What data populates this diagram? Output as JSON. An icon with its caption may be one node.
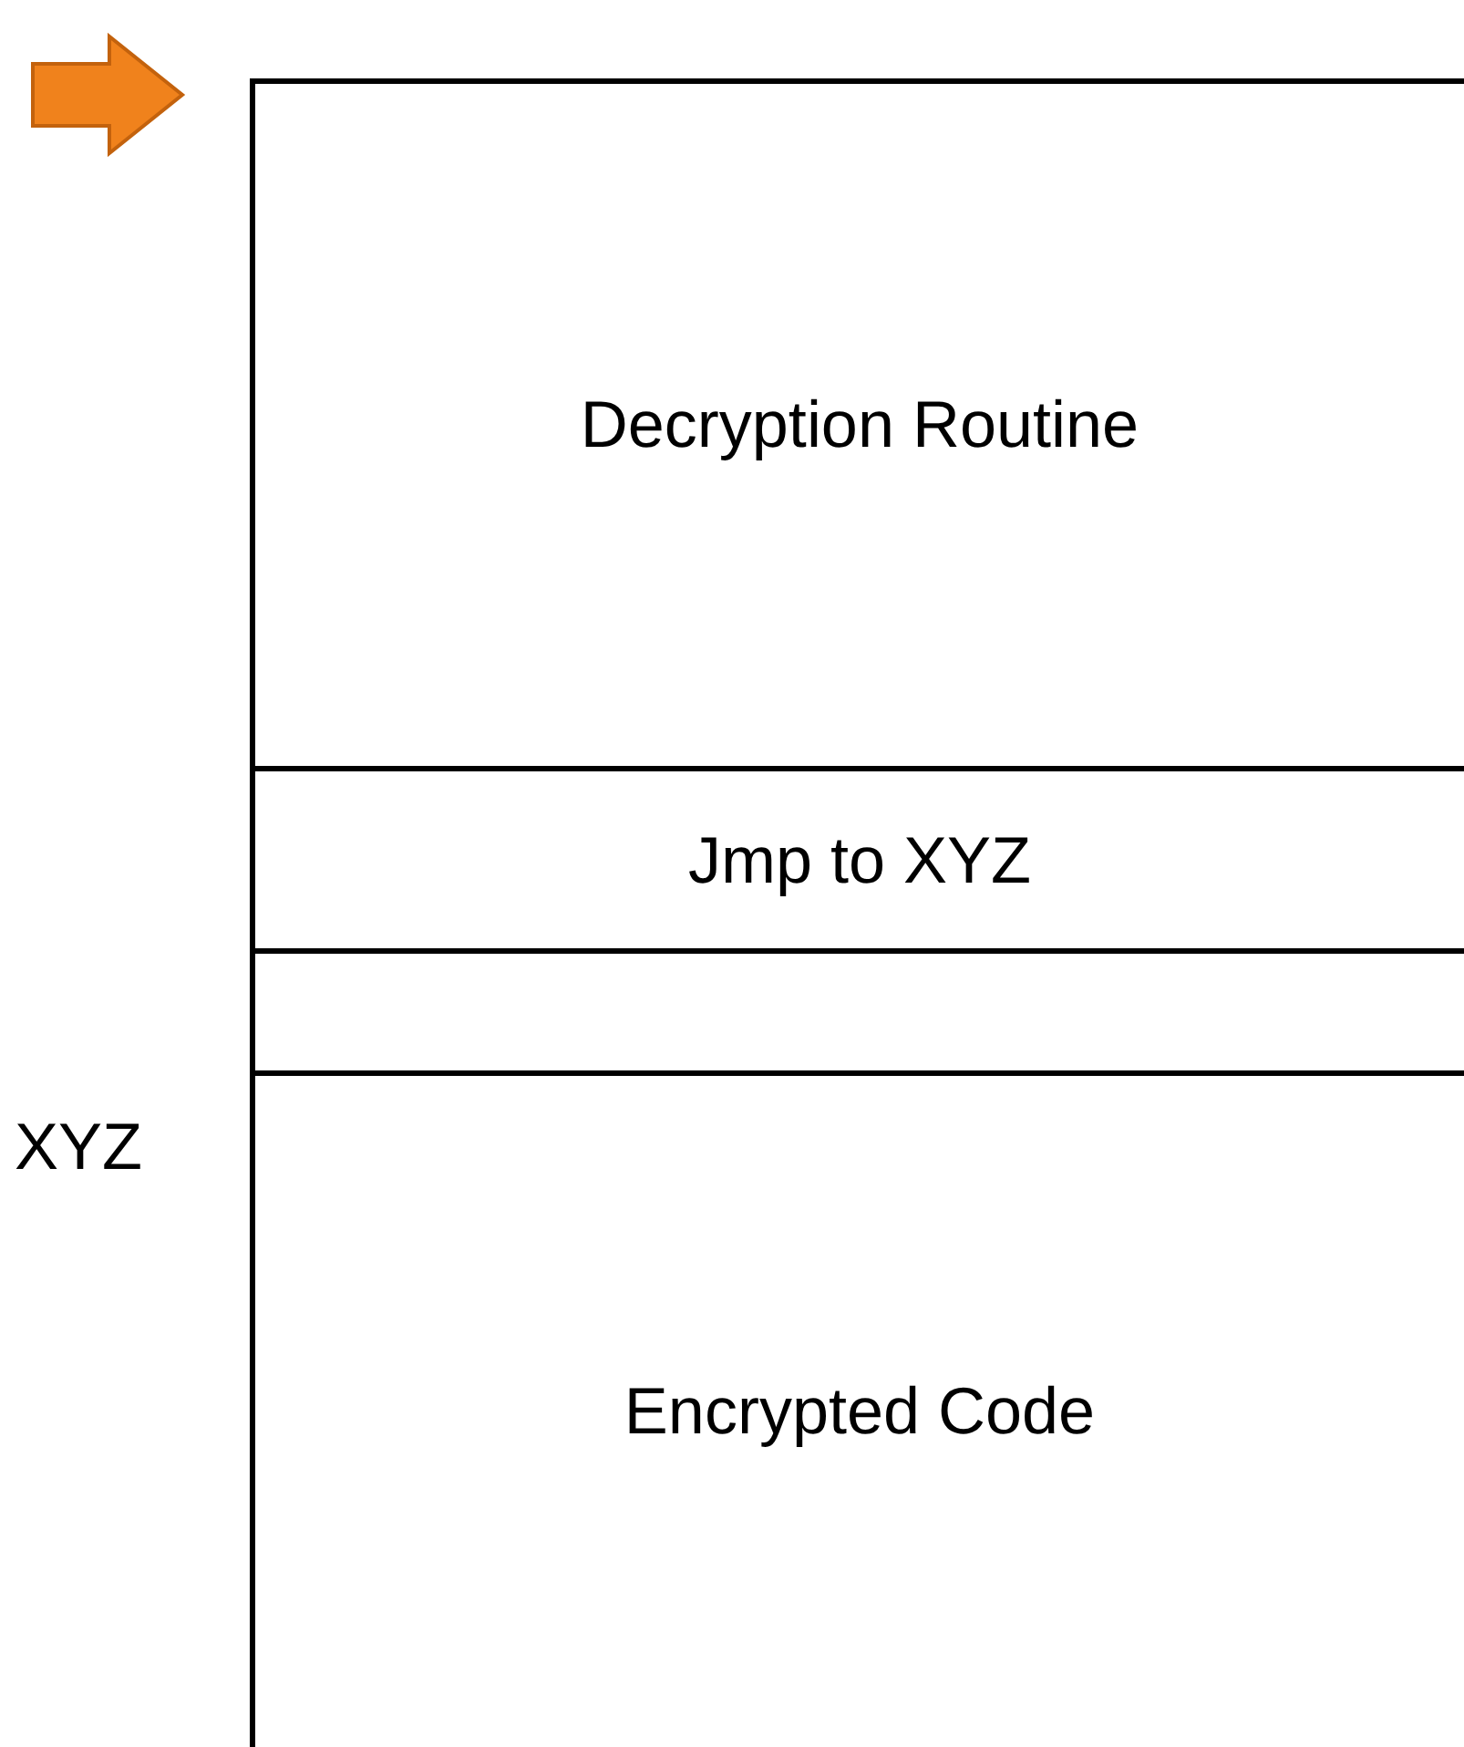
{
  "diagram": {
    "nodes": [
      {
        "text": [
          "Decryption Routine"
        ]
      },
      {
        "text": [
          "Jmp to XYZ"
        ]
      },
      {
        "text": [],
        "shape": "box"
      },
      {
        "text": [
          "Encrypted Code"
        ]
      }
    ],
    "labels": [
      "XYZ"
    ]
  }
}
